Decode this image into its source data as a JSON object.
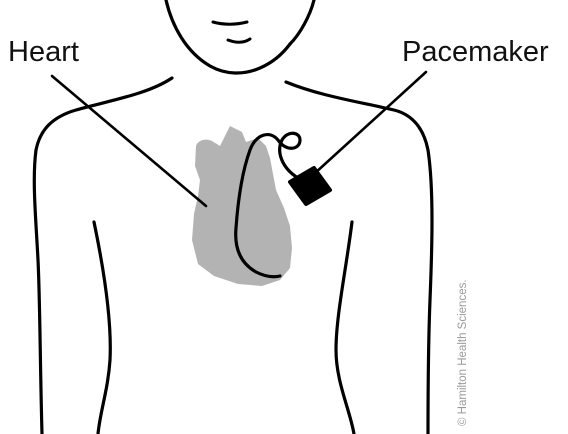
{
  "labels": {
    "heart": "Heart",
    "pacemaker": "Pacemaker"
  },
  "credit": "© Hamilton Health Sciences.",
  "colors": {
    "outline": "#000000",
    "heart_fill": "#b3b3b3",
    "credit_text": "#9a9a9a",
    "background": "#ffffff"
  }
}
